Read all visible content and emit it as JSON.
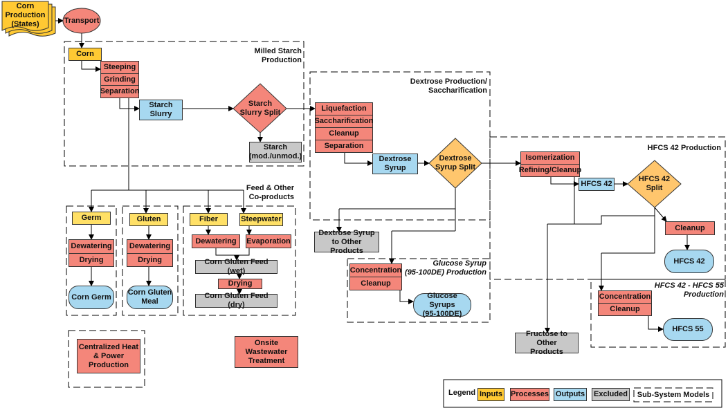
{
  "source": {
    "line1": "Corn",
    "line2": "Production",
    "line3": "(States)"
  },
  "transport": "Transport",
  "milled": {
    "title1": "Milled Starch",
    "title2": "Production",
    "corn": "Corn",
    "steeping": "Steeping",
    "grinding": "Grinding",
    "separation": "Separation",
    "slurry1": "Starch",
    "slurry2": "Slurry",
    "split1": "Starch",
    "split2": "Slurry Split",
    "starch1": "Starch",
    "starch2": "(mod./unmod.)"
  },
  "feed": {
    "title1": "Feed & Other",
    "title2": "Co-products",
    "germ": "Germ",
    "gluten": "Gluten",
    "fiber": "Fiber",
    "steepwater": "Steepwater",
    "dewatering": "Dewatering",
    "drying": "Drying",
    "evaporation": "Evaporation",
    "corn_germ": "Corn Germ",
    "gluten_meal1": "Corn Gluten",
    "gluten_meal2": "Meal",
    "cgf_wet": "Corn Gluten Feed (wet)",
    "cgf_dry": "Corn Gluten Feed (dry)"
  },
  "heat": {
    "line1": "Centralized Heat",
    "line2": "& Power",
    "line3": "Production"
  },
  "wastewater": {
    "line1": "Onsite",
    "line2": "Wastewater",
    "line3": "Treatment"
  },
  "dextrose": {
    "title1": "Dextrose Production/",
    "title2": "Saccharification",
    "liquefaction": "Liquefaction",
    "saccharification": "Saccharification",
    "cleanup": "Cleanup",
    "separation": "Separation",
    "syrup1": "Dextrose",
    "syrup2": "Syrup",
    "split1": "Dextrose",
    "split2": "Syrup Split",
    "other1": "Dextrose Syrup",
    "other2": "to Other Products"
  },
  "glucose": {
    "title1": "Glucose Syrup",
    "title2": "(95-100DE) Production",
    "concentration": "Concentration",
    "cleanup": "Cleanup",
    "out1": "Glucose Syrups",
    "out2": "(95-100DE)"
  },
  "hfcs42": {
    "title": "HFCS 42 Production",
    "isomerization": "Isomerization",
    "refining": "Refining/Cleanup",
    "out": "HFCS 42",
    "split1": "HFCS 42",
    "split2": "Split",
    "cleanup": "Cleanup",
    "final": "HFCS 42"
  },
  "hfcs55": {
    "title1": "HFCS 42 - HFCS 55",
    "title2": "Production",
    "concentration": "Concentration",
    "cleanup": "Cleanup",
    "out": "HFCS 55"
  },
  "fructose": {
    "line1": "Fructose to Other",
    "line2": "Products"
  },
  "legend": {
    "label": "Legend",
    "inputs": "Inputs",
    "processes": "Processes",
    "outputs": "Outputs",
    "excluded": "Excluded",
    "subsystem": "Sub-System Models"
  }
}
